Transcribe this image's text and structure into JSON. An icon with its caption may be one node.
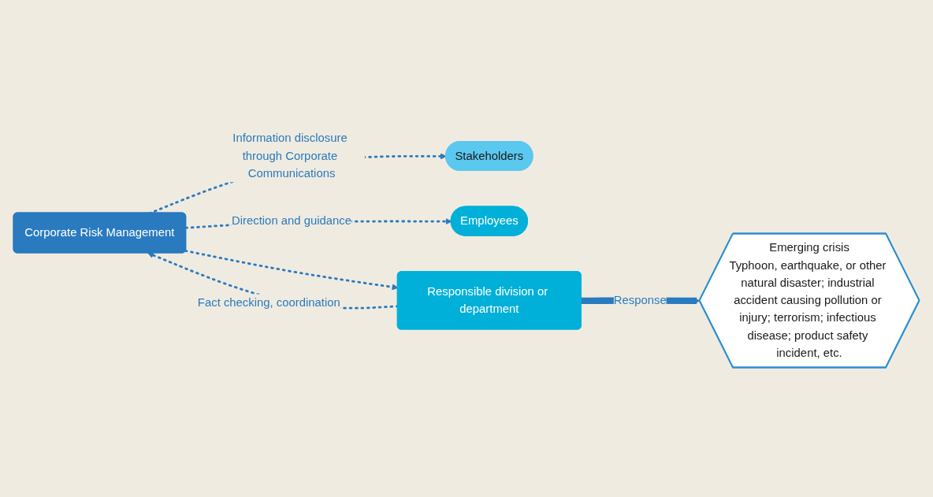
{
  "diagram": {
    "nodes": [
      {
        "text": [
          "Corporate Risk Management"
        ]
      },
      {
        "text": [
          "Stakeholders"
        ]
      },
      {
        "text": [
          "Employees"
        ]
      },
      {
        "text": [
          "Responsible division or department"
        ]
      },
      {
        "text": [
          "Emerging crisis",
          "Typhoon, earthquake, or other natural disaster; industrial accident causing pollution or injury; terrorism; infectious disease; product safety incident, etc."
        ]
      }
    ],
    "edges": [
      {
        "from": 0,
        "to": 1,
        "arrow": "to",
        "style": "dashed",
        "label": "Information disclosure through Corporate Communications"
      },
      {
        "from": 0,
        "to": 2,
        "arrow": "to",
        "style": "dashed",
        "label": "Direction and guidance"
      },
      {
        "from": 3,
        "to": 0,
        "arrow": "to",
        "style": "dashed",
        "label": "Fact checking, coordination"
      },
      {
        "from": 0,
        "to": 3,
        "arrow": "to",
        "style": "dashed"
      },
      {
        "from": 3,
        "to": 4,
        "arrow": "to",
        "style": "thick",
        "label": "Response"
      }
    ]
  }
}
